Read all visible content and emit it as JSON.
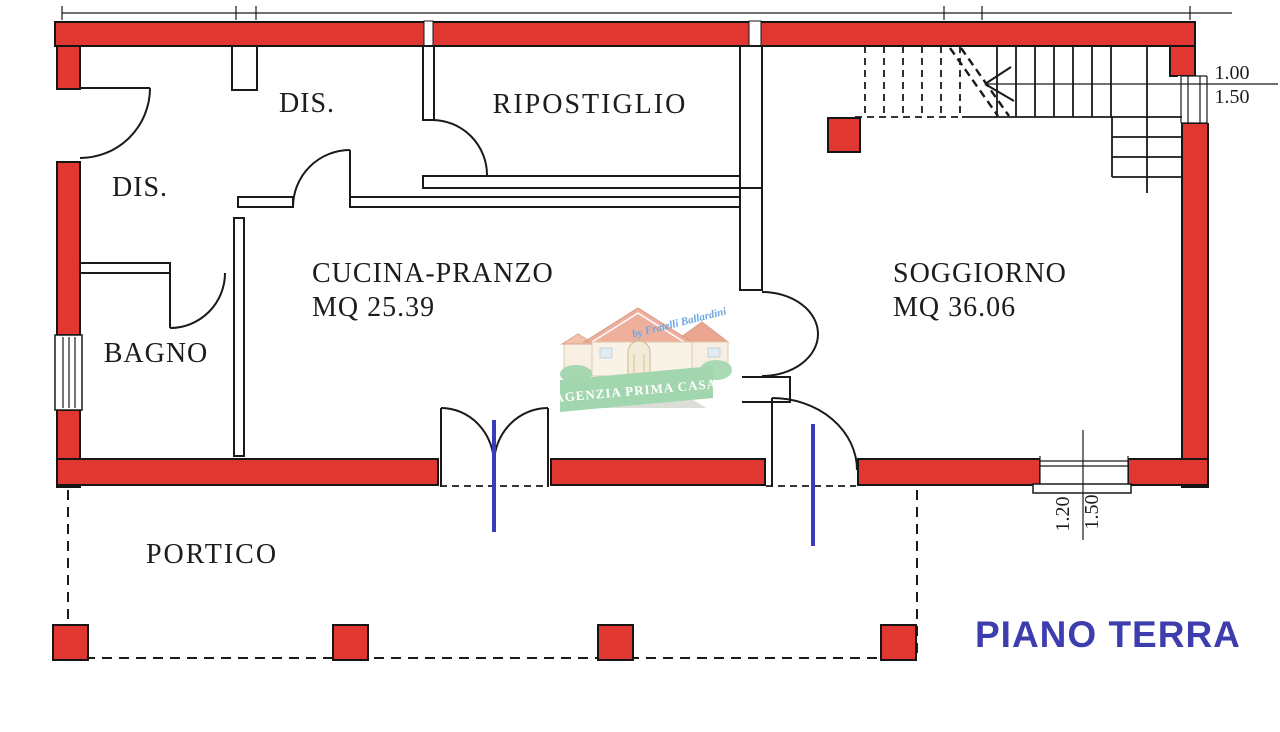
{
  "plan": {
    "floor_title": "PIANO TERRA",
    "rooms": {
      "dis_top": {
        "label": "DIS."
      },
      "dis_left": {
        "label": "DIS."
      },
      "ripostiglio": {
        "label": "RIPOSTIGLIO"
      },
      "cucina": {
        "label": "CUCINA-PRANZO",
        "area": "MQ 25.39"
      },
      "bagno": {
        "label": "BAGNO"
      },
      "soggiorno": {
        "label": "SOGGIORNO",
        "area": "MQ 36.06"
      },
      "portico": {
        "label": "PORTICO"
      }
    },
    "dimensions": {
      "stair_window_width": "1.00",
      "stair_window_height": "1.50",
      "living_window_width": "1.20",
      "living_window_height": "1.50"
    }
  },
  "watermark": {
    "agency": "AGENZIA PRIMA CASA",
    "byline": "by Fratelli Ballardini"
  },
  "colors": {
    "wall_red": "#e13732",
    "section_line_blue": "#3c3cba",
    "title_blue": "#3d3dae",
    "banner_green": "#92d0a0",
    "byline_blue": "#6ba6e2",
    "line_black": "#1a1a1a"
  }
}
